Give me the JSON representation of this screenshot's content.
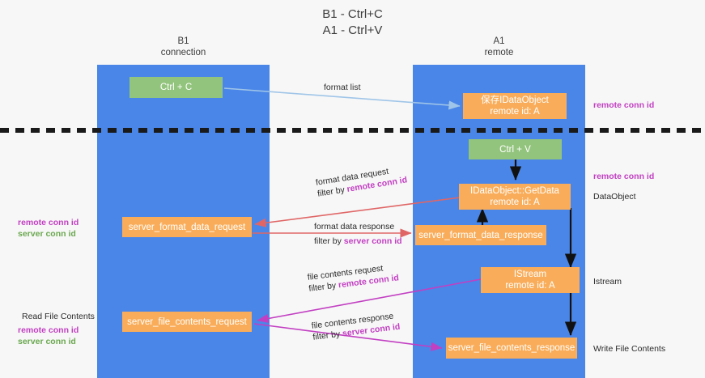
{
  "title": {
    "line1": "B1 - Ctrl+C",
    "line2": "A1 - Ctrl+V"
  },
  "colors": {
    "lane": "#4a86e8",
    "green_node": "#93c47d",
    "orange_node": "#f9ad5a",
    "remote_conn_id": "#c23fc2",
    "server_conn_id": "#6aa84f",
    "arrow_format_list": "#9fc5e8",
    "arrow_data": "#e06666",
    "arrow_stream": "#c23fc2",
    "arrow_black": "#000000",
    "background": "#f7f7f7"
  },
  "lanes": [
    {
      "id": "b1",
      "name": "B1",
      "role": "connection"
    },
    {
      "id": "a1",
      "name": "A1",
      "role": "remote"
    }
  ],
  "nodes": {
    "ctrl_c": {
      "label": "Ctrl + C"
    },
    "ctrl_v": {
      "label": "Ctrl + V"
    },
    "idataobject": {
      "line1": "保存IDataObject",
      "line2": "remote id: A"
    },
    "getdata": {
      "line1": "IDataObject::GetData",
      "line2": "remote id: A"
    },
    "istream": {
      "line1": "IStream",
      "line2": "remote id: A"
    },
    "server_format_data_request": {
      "label": "server_format_data_request"
    },
    "server_format_data_response": {
      "label": "server_format_data_response"
    },
    "server_file_contents_request": {
      "label": "server_file_contents_request"
    },
    "server_file_contents_response": {
      "label": "server_file_contents_response"
    }
  },
  "edges": {
    "format_list": {
      "line1": "format list",
      "line2": ""
    },
    "format_data_request": {
      "line1": "format data request",
      "filter_prefix": "filter by ",
      "filter_key": "remote conn id"
    },
    "format_data_response": {
      "line1": "format data response",
      "filter_prefix": "filter by ",
      "filter_key": "server conn id"
    },
    "file_contents_request": {
      "line1": "file contents request",
      "filter_prefix": "filter by ",
      "filter_key": "remote conn id"
    },
    "file_contents_response": {
      "line1": "file contents response",
      "filter_prefix": "filter by ",
      "filter_key": "server conn id"
    }
  },
  "annotations": {
    "right_remote_top": "remote conn id",
    "right_remote_mid": "remote conn id",
    "right_dataobject": "DataObject",
    "right_istream": "Istream",
    "right_write_file": "Write File Contents",
    "left_read_file": "Read File Contents",
    "left_remote_mid": "remote conn id",
    "left_server_mid": "server conn id",
    "left_remote_low": "remote conn id",
    "left_server_low": "server conn id"
  }
}
